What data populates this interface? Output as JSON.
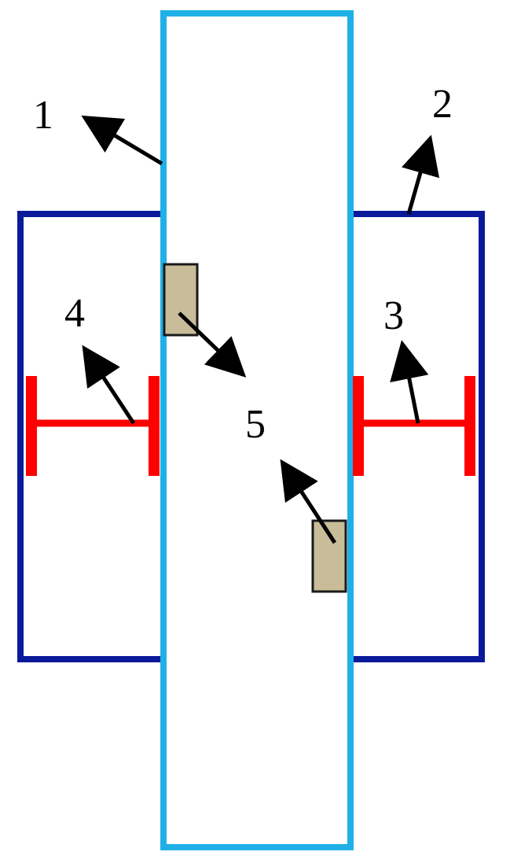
{
  "labels": {
    "one": "1",
    "two": "2",
    "three": "3",
    "four": "4",
    "five": "5"
  },
  "colors": {
    "column": "#20b0e8",
    "frame": "#0a1a9a",
    "beam": "#ff0000",
    "plate_fill": "#c8bd98",
    "plate_stroke": "#1a1a1a",
    "arrow": "#000000"
  }
}
